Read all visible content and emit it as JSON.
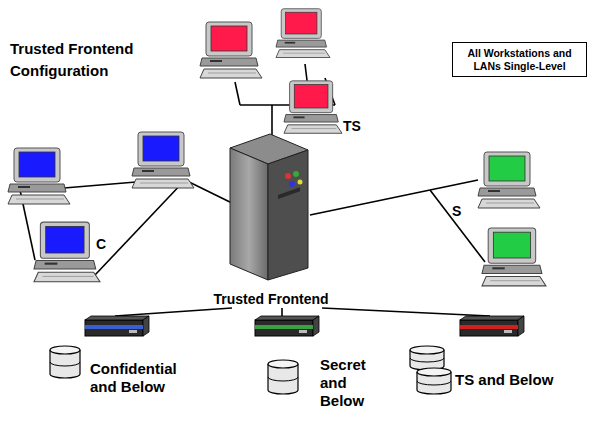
{
  "diagram": {
    "title": "Trusted Frontend Configuration",
    "nodes": [
      {
        "text": [
          "All Workstations and LANs Single-Level"
        ]
      },
      {
        "text": [
          "Trusted Frontend"
        ]
      },
      {
        "text": [
          "Confidential and Below"
        ]
      },
      {
        "text": [
          "Secret and Below"
        ]
      },
      {
        "text": [
          "TS and Below"
        ]
      }
    ],
    "edges": [
      {
        "from": 1,
        "to": 2,
        "arrow": "none"
      },
      {
        "from": 1,
        "to": 3,
        "arrow": "none"
      },
      {
        "from": 1,
        "to": 4,
        "arrow": "none"
      }
    ],
    "labels": [
      "TS",
      "C",
      "S"
    ]
  }
}
